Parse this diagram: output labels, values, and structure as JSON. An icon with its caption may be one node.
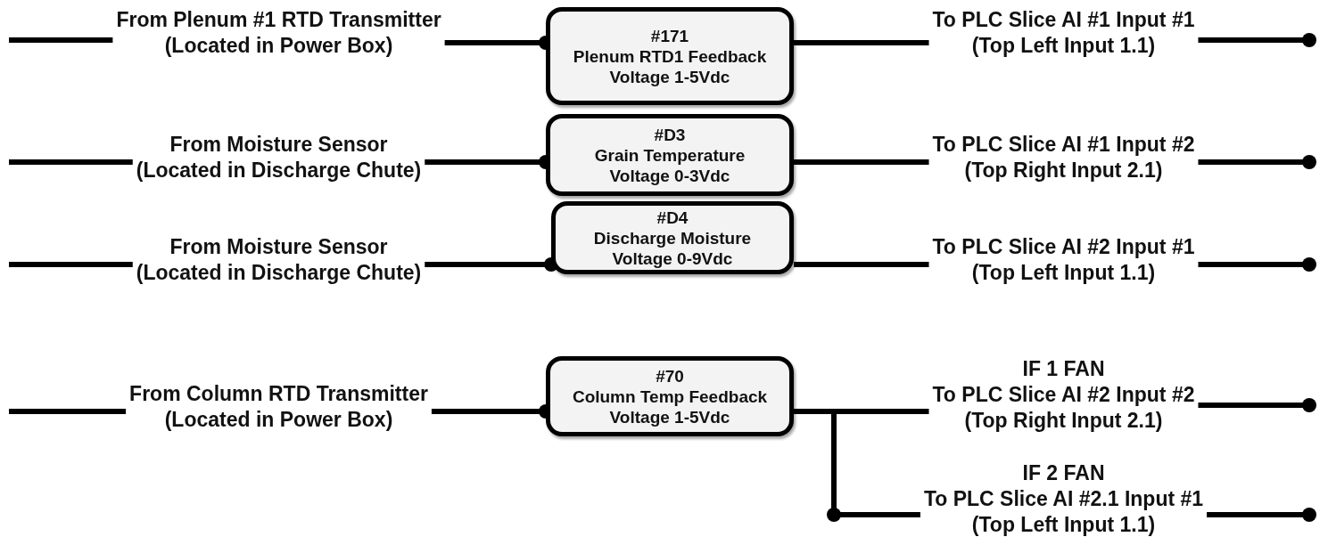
{
  "diagram": {
    "nodes": [
      {
        "text": [
          "From Plenum #1 RTD Transmitter",
          "(Located in Power Box)"
        ]
      },
      {
        "text": [
          "#171",
          "Plenum RTD1 Feedback",
          "Voltage 1-5Vdc"
        ]
      },
      {
        "text": [
          "To PLC Slice AI #1 Input #1",
          "(Top Left Input 1.1)"
        ]
      },
      {
        "text": [
          "From Moisture Sensor",
          "(Located in Discharge Chute)"
        ]
      },
      {
        "text": [
          "#D3",
          "Grain Temperature",
          "Voltage 0-3Vdc"
        ]
      },
      {
        "text": [
          "To PLC Slice AI #1 Input #2",
          "(Top Right Input 2.1)"
        ]
      },
      {
        "text": [
          "From Moisture Sensor",
          "(Located in Discharge Chute)"
        ]
      },
      {
        "text": [
          "#D4",
          "Discharge Moisture",
          "Voltage 0-9Vdc"
        ]
      },
      {
        "text": [
          "To PLC Slice AI #2 Input #1",
          "(Top Left Input 1.1)"
        ]
      },
      {
        "text": [
          "From Column RTD Transmitter",
          "(Located in Power Box)"
        ]
      },
      {
        "text": [
          "#70",
          "Column Temp Feedback",
          "Voltage 1-5Vdc"
        ]
      },
      {
        "text": [
          "IF 1 FAN",
          "To PLC Slice AI #2 Input #2",
          "(Top Right Input 2.1)"
        ]
      },
      {
        "text": [
          "IF 2 FAN",
          "To PLC Slice AI #2.1 Input #1",
          "(Top Left Input 1.1)"
        ]
      }
    ],
    "edges": [
      {
        "from": null,
        "to": 0,
        "arrow": "none"
      },
      {
        "from": 0,
        "to": 1,
        "arrow": "other"
      },
      {
        "from": 1,
        "to": 2,
        "arrow": "none"
      },
      {
        "from": 2,
        "to": null,
        "arrow": "other"
      },
      {
        "from": null,
        "to": 3,
        "arrow": "none"
      },
      {
        "from": 3,
        "to": 4,
        "arrow": "other"
      },
      {
        "from": 4,
        "to": 5,
        "arrow": "none"
      },
      {
        "from": 5,
        "to": null,
        "arrow": "other"
      },
      {
        "from": null,
        "to": 6,
        "arrow": "none"
      },
      {
        "from": 6,
        "to": 7,
        "arrow": "other"
      },
      {
        "from": 7,
        "to": 8,
        "arrow": "none"
      },
      {
        "from": 8,
        "to": null,
        "arrow": "other"
      },
      {
        "from": null,
        "to": 9,
        "arrow": "none"
      },
      {
        "from": 9,
        "to": 10,
        "arrow": "other"
      },
      {
        "from": 10,
        "to": 11,
        "arrow": "none"
      },
      {
        "from": 11,
        "to": null,
        "arrow": "other"
      },
      {
        "from": 10,
        "to": 12,
        "arrow": "none"
      },
      {
        "from": 12,
        "to": null,
        "arrow": "other"
      }
    ]
  }
}
